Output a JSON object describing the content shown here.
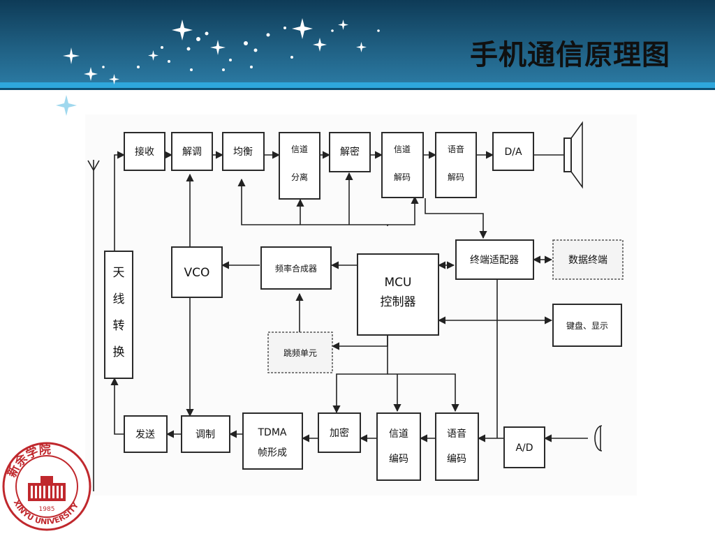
{
  "slide": {
    "title": "手机通信原理图"
  },
  "blocks": {
    "jieshou": "接收",
    "jietiao": "解调",
    "junheng": "均衡",
    "xindao_fenli": [
      "信道",
      "分离"
    ],
    "jiemi": "解密",
    "xindao_jiema": [
      "信道",
      "解码"
    ],
    "yuyin_jiema": [
      "语音",
      "解码"
    ],
    "da": "D/A",
    "zhongduan_shipeiqi": "终端适配器",
    "shuju_zhongduan": "数据终端",
    "vco": "VCO",
    "pinlv_hechengqi": "频率合成器",
    "mcu": [
      "MCU",
      "控制器"
    ],
    "tianxian_zhuanhuan": [
      "天",
      "线",
      "转",
      "换"
    ],
    "jianpan_xianshi": "键盘、显示",
    "tiaopin_danyuan": "跳频单元",
    "fasong": "发送",
    "tiaozhi": "调制",
    "tdma": [
      "TDMA",
      "帧形成"
    ],
    "jiami": "加密",
    "xindao_bianma": [
      "信道",
      "编码"
    ],
    "yuyin_bianma": [
      "语音",
      "编码"
    ],
    "ad": "A/D"
  },
  "logo": {
    "year": "1985",
    "name_en": "XINYU UNIVERSITY",
    "name_cn": "新余学院"
  },
  "colors": {
    "banner": "#1f5f82",
    "stripe": "#2fa7dc",
    "logo": "#c0282d"
  }
}
